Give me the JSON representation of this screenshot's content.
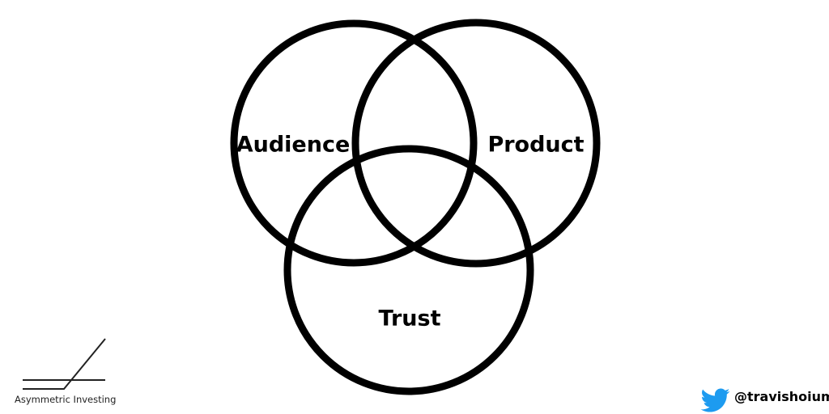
{
  "diagram": {
    "circles": [
      {
        "label": "Audience"
      },
      {
        "label": "Product"
      },
      {
        "label": "Trust"
      }
    ]
  },
  "brand": {
    "name": "Asymmetric Investing"
  },
  "social": {
    "icon": "twitter-bird-icon",
    "handle": "@travishoium",
    "color": "#1d9bf0"
  }
}
